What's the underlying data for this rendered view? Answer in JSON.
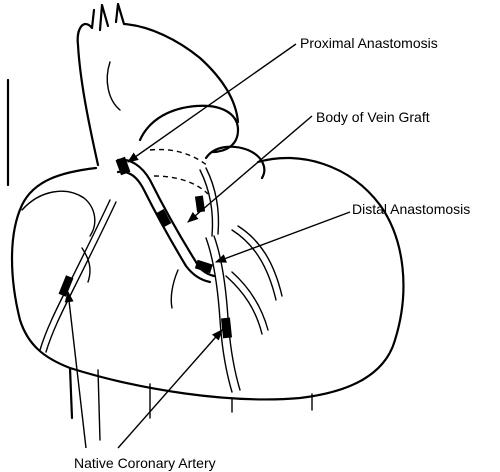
{
  "labels": {
    "proximal_anastomosis": "Proximal Anastomosis",
    "body_of_vein_graft": "Body of Vein Graft",
    "distal_anastomosis": "Distal Anastomosis",
    "native_coronary_artery": "Native Coronary Artery"
  }
}
